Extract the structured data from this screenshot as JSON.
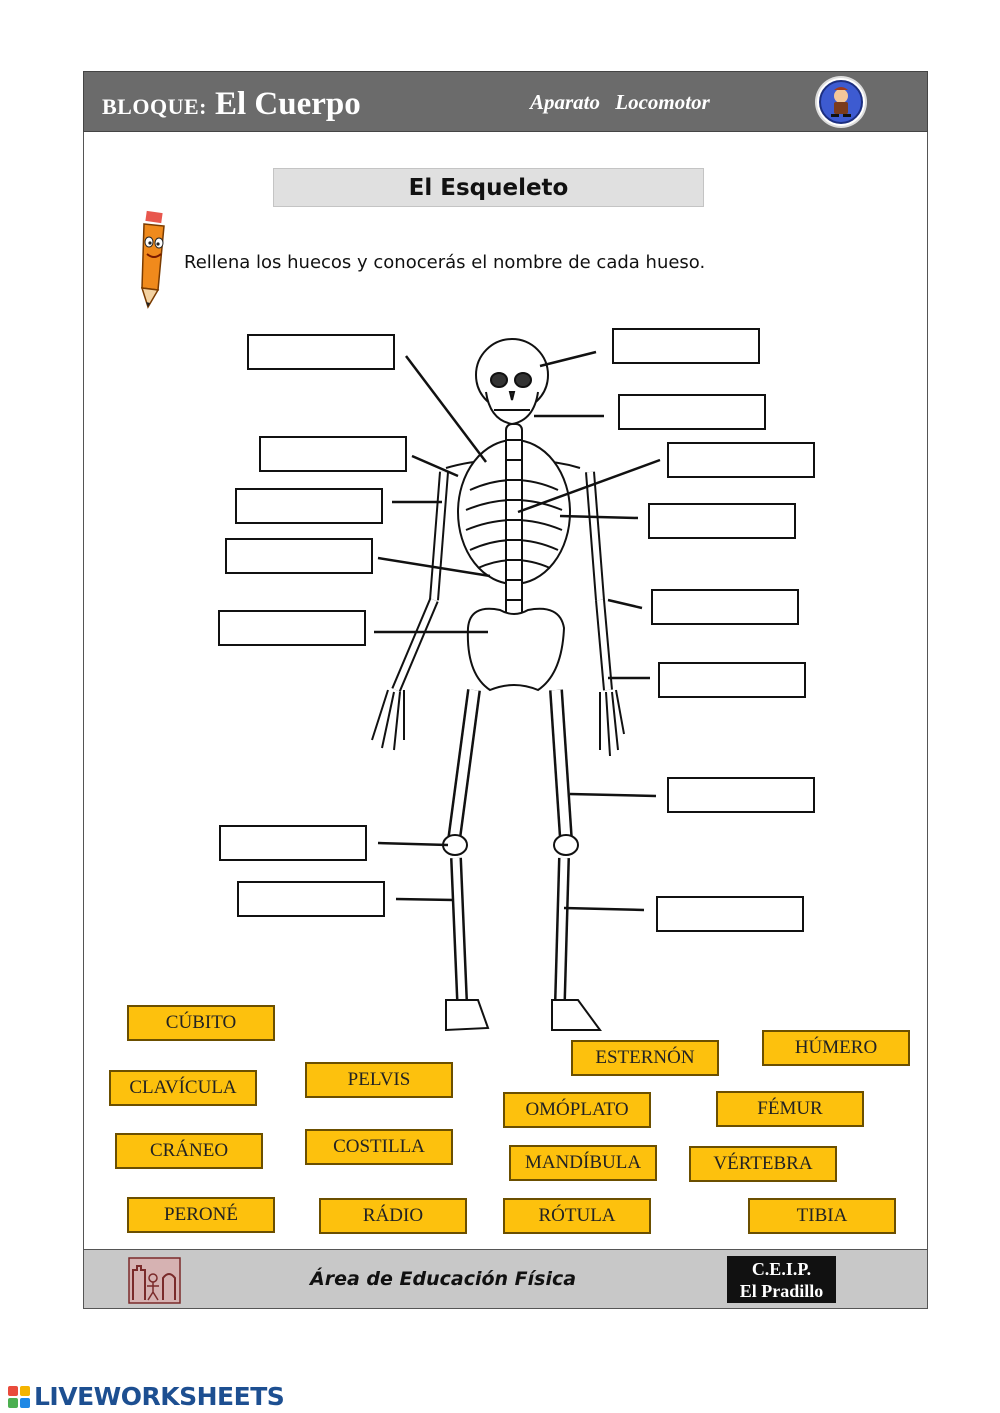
{
  "header": {
    "bloque_label": "BLOQUE:",
    "bloque_value": "El Cuerpo",
    "subject": "Aparato   Locomotor"
  },
  "worksheet": {
    "title": "El Esqueleto",
    "instruction": "Rellena los huecos y conocerás el nombre de cada hueso."
  },
  "blanks": [
    "",
    "",
    "",
    "",
    "",
    "",
    "",
    "",
    "",
    "",
    "",
    "",
    "",
    "",
    ""
  ],
  "word_bank": [
    "CÚBITO",
    "HÚMERO",
    "ESTERNÓN",
    "CLAVÍCULA",
    "PELVIS",
    "OMÓPLATO",
    "FÉMUR",
    "CRÁNEO",
    "COSTILLA",
    "MANDÍBULA",
    "VÉRTEBRA",
    "PERONÉ",
    "RÁDIO",
    "RÓTULA",
    "TIBIA"
  ],
  "footer": {
    "area": "Área de Educación Física",
    "school_line1": "C.E.I.P.",
    "school_line2": "El Pradillo"
  },
  "brand": {
    "name": "LIVEWORKSHEETS",
    "color": "#1d4f91"
  },
  "colors": {
    "header_bg": "#6b6b6b",
    "footer_bg": "#c8c8c8",
    "tag_bg": "#fdc10d"
  }
}
